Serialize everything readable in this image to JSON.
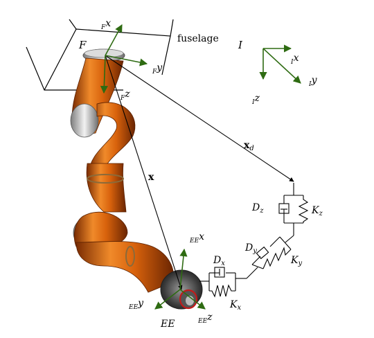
{
  "labels": {
    "fuselage": "fuselage",
    "inertial_frame": "I",
    "flange_frame": "F",
    "end_effector": "EE",
    "vec_x": "x",
    "vec_xd": "x",
    "vec_xd_sub": "d"
  },
  "axes": {
    "inertial": {
      "prefix": "I",
      "x": "x",
      "y": "y",
      "z": "z"
    },
    "flange": {
      "prefix": "F",
      "x": "x",
      "y": "y",
      "z": "z"
    },
    "end_effector": {
      "prefix": "EE",
      "x": "x",
      "y": "y",
      "z": "z"
    }
  },
  "springs": {
    "z": {
      "damper": "D",
      "damper_sub": "z",
      "spring": "K",
      "spring_sub": "z"
    },
    "y": {
      "damper": "D",
      "damper_sub": "y",
      "spring": "K",
      "spring_sub": "y"
    },
    "x": {
      "damper": "D",
      "damper_sub": "x",
      "spring": "K",
      "spring_sub": "x"
    }
  },
  "colors": {
    "axis_green": "#2e6b12",
    "robot_orange": "#d8620c",
    "robot_dark": "#8a3a06",
    "joint_silver": "#c9c9c9",
    "line_black": "#000000"
  }
}
